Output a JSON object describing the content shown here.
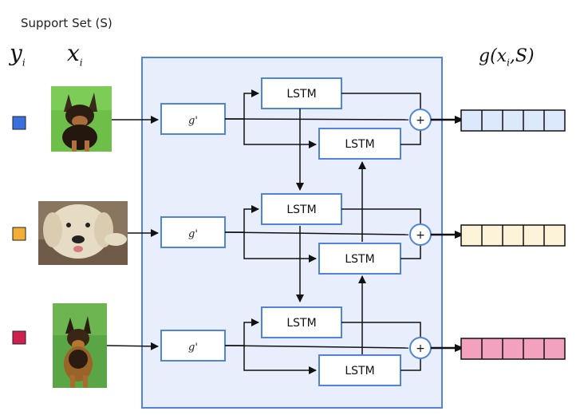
{
  "title": "Support Set (S)",
  "headers": {
    "y": "y",
    "y_sub": "i",
    "x": "x",
    "x_sub": "i",
    "g_prefix": "g(x",
    "g_sub": "i",
    "g_suffix": ",S)"
  },
  "lstm_label": "LSTM",
  "g_prime_label": "g'",
  "plus_label": "+",
  "rows": [
    {
      "label_color": "#3a6fe0",
      "output_fill": "#dce8fb",
      "image": "dog-german-pinscher",
      "output_cells": 5
    },
    {
      "label_color": "#f2ae36",
      "output_fill": "#fdf3d8",
      "image": "dog-labrador",
      "output_cells": 5
    },
    {
      "label_color": "#cf2050",
      "output_fill": "#f3a1bf",
      "image": "dog-german-shepherd",
      "output_cells": 5
    }
  ],
  "colors": {
    "panel_fill": "#e8eefc",
    "panel_border": "#4f84d8",
    "box_border": "#4f84d8",
    "arrow": "#111111"
  }
}
